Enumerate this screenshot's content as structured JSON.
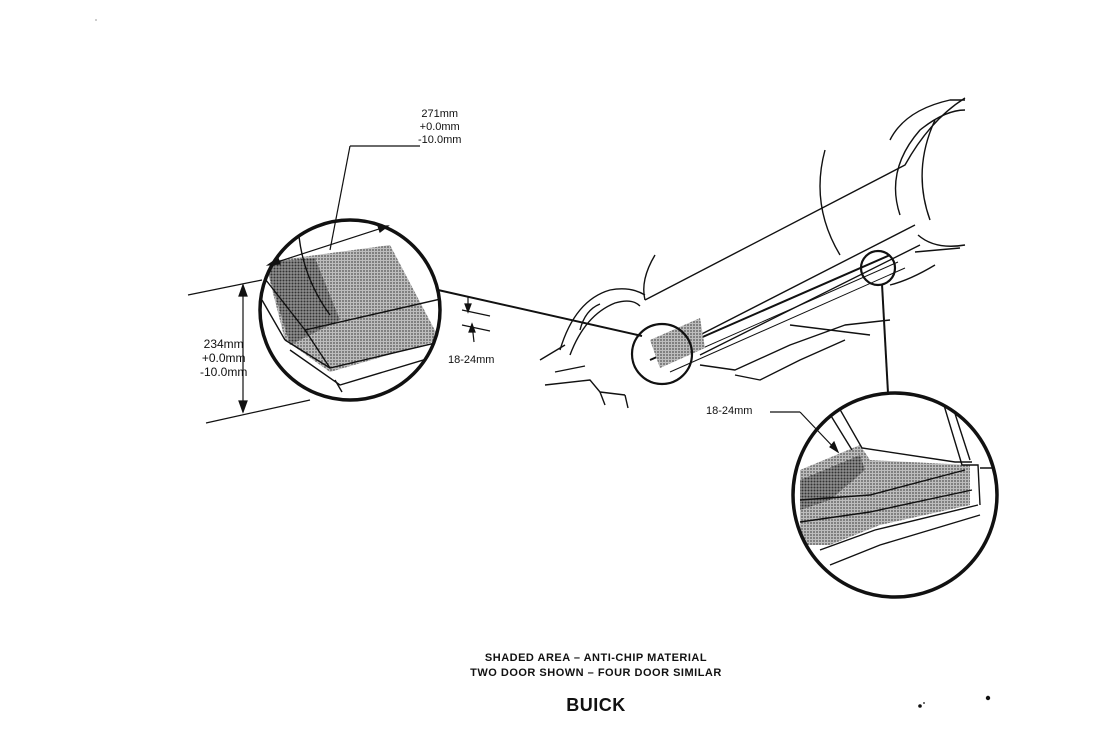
{
  "dimensions": {
    "width_label": [
      "271mm",
      "+0.0mm",
      "-10.0mm"
    ],
    "height_label": [
      "234mm",
      "+0.0mm",
      "-10.0mm"
    ],
    "gap_label_left": "18-24mm",
    "gap_label_right": "18-24mm"
  },
  "caption": {
    "line1": "SHADED AREA – ANTI-CHIP MATERIAL",
    "line2": "TWO DOOR SHOWN – FOUR DOOR SIMILAR",
    "brand": "BUICK"
  },
  "colors": {
    "ink": "#111111",
    "shade": "#8a8a8a"
  }
}
